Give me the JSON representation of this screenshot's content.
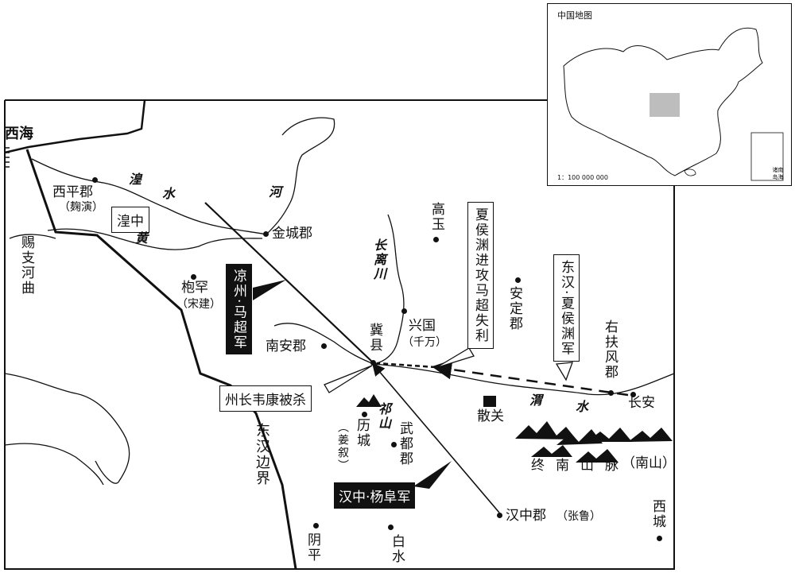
{
  "inset": {
    "title": "中国地图",
    "scale": "1：100 000 000",
    "south_sea": "南海诸岛"
  },
  "places": {
    "xihai": "西海",
    "xiping": "西平郡",
    "xiping_note": "（麹演）",
    "huangzhong": "湟中",
    "jincheng": "金城郡",
    "cizhi": "赐支河曲",
    "baohan": "枹罕",
    "baohan_note": "（宋建）",
    "nanan": "南安郡",
    "jixian": "冀县",
    "xingguo": "兴国",
    "xingguo_note": "（千万）",
    "gaoyu": "高玉",
    "anding": "安定郡",
    "youfufeng": "右扶风郡",
    "changan": "长安",
    "sanguan": "散关",
    "licheng": "历城",
    "licheng_note": "（姜叙）",
    "wudu": "武都郡",
    "hanzhong": "汉中郡",
    "hanzhong_note": "（张鲁）",
    "yinping": "阴平",
    "baishui": "白水",
    "xicheng": "西城"
  },
  "rivers": {
    "huang1": "湟",
    "huang2": "水",
    "he": "河",
    "huanghe": "黄",
    "changli": "长离川",
    "wei1": "渭",
    "wei2": "水"
  },
  "mountains": {
    "qishan": "祁山",
    "zhongnan": "终南山脉",
    "nanshan": "（南山）"
  },
  "callouts": {
    "machao": "凉州·马超军",
    "xiahou_attack": "夏侯渊进攻马超失利",
    "xiahou_army": "东汉·夏侯渊军",
    "weikang": "州长韦康被杀",
    "border": "东汉边界",
    "yangfu": "汉中·杨阜军"
  },
  "colors": {
    "ink": "#111111",
    "paper": "#ffffff",
    "inset_highlight": "#bdbdbd"
  }
}
